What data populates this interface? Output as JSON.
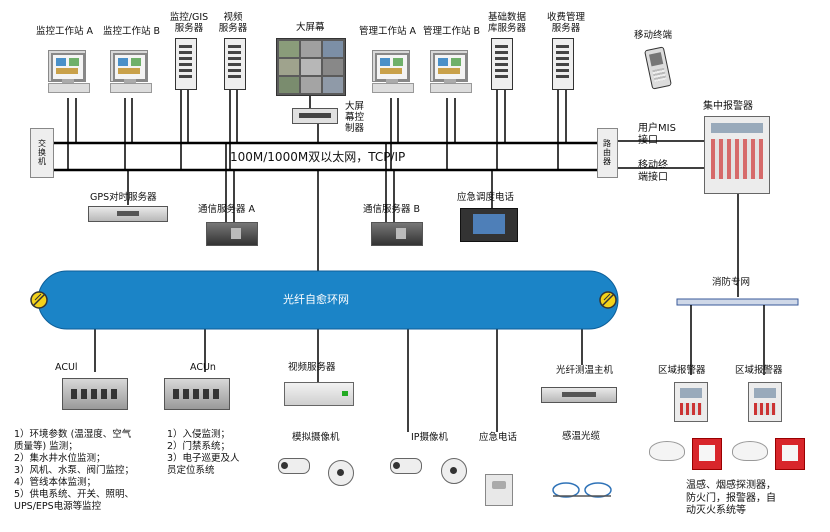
{
  "top_nodes": {
    "mon_a": "监控工作站 A",
    "mon_b": "监控工作站 B",
    "gis_1": "监控/GIS",
    "gis_2": "服务器",
    "video_1": "视频",
    "video_2": "服务器",
    "wall": "大屏幕",
    "mgmt_a": "管理工作站 A",
    "mgmt_b": "管理工作站 B",
    "basedata_1": "基础数据",
    "basedata_2": "库服务器",
    "fee_1": "收费管理",
    "fee_2": "服务器",
    "mobile": "移动终端",
    "wall_ctrl": [
      "大屏",
      "幕控",
      "制器"
    ]
  },
  "backbone": {
    "switch": [
      "交",
      "换",
      "机"
    ],
    "router": [
      "路",
      "由",
      "器"
    ],
    "ethernet": "100M/1000M双以太网，TCP/IP",
    "mis_1": "用户MIS",
    "mis_2": "接口",
    "mobile_if_1": "移动终",
    "mobile_if_2": "端接口",
    "alarm": "集中报警器"
  },
  "mid_nodes": {
    "gps": "GPS对时服务器",
    "comm_a": "通信服务器 A",
    "comm_b": "通信服务器 B",
    "emergency": "应急调度电话"
  },
  "ring": {
    "label": "光纤自愈环网",
    "fire_net": "消防专网"
  },
  "bottom_nodes": {
    "acu1": "ACUl",
    "acun": "ACUn",
    "video_server": "视频服务器",
    "analog_cam": "模拟摄像机",
    "ip_cam": "IP摄像机",
    "emg_phone": "应急电话",
    "fiber_host": "光纤测温主机",
    "fiber_cable": "感温光缆",
    "zone_alarm_1": "区域报警器",
    "zone_alarm_2": "区域报警器"
  },
  "acu1_list": [
    "1）环境参数 (温湿度、空气",
    "质量等) 监测；",
    "2）集水井水位监测；",
    "3）风机、水泵、阀门监控；",
    "4）管线本体监测；",
    "5）供电系统、开关、照明、",
    "UPS/EPS电源等监控"
  ],
  "acun_list": [
    "1）入侵监测；",
    "2）门禁系统；",
    "3）电子巡更及人",
    "员定位系统"
  ],
  "fire_list": [
    "温感、烟感探测器，",
    "防火门，报警器，自",
    "动灭火系统等"
  ],
  "colors": {
    "ring": "#1b84c7",
    "ring_text": "#ffffff",
    "node_yellow": "#f3d21a"
  }
}
